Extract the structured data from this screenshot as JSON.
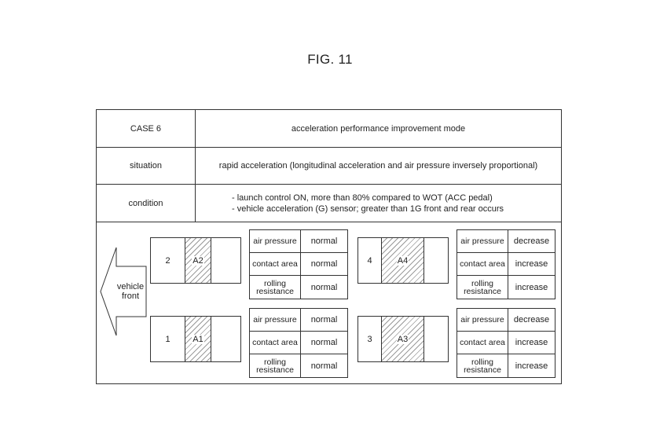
{
  "figure_title": "FIG. 11",
  "header": {
    "case": "CASE 6",
    "mode": "acceleration performance improvement mode"
  },
  "situation": {
    "label": "situation",
    "text": "rapid acceleration (longitudinal acceleration and air pressure inversely proportional)"
  },
  "condition": {
    "label": "condition",
    "lines": [
      "- launch control ON, more than 80% compared to WOT (ACC pedal)",
      "- vehicle acceleration (G) sensor; greater than 1G front and rear occurs"
    ]
  },
  "arrow": {
    "label_line1": "vehicle",
    "label_line2": "front"
  },
  "tires": [
    {
      "number": "2",
      "zone": "A2",
      "rows": [
        {
          "key": "air pressure",
          "value": "normal"
        },
        {
          "key": "contact area",
          "value": "normal"
        },
        {
          "key_line1": "rolling",
          "key_line2": "resistance",
          "value": "normal"
        }
      ]
    },
    {
      "number": "4",
      "zone": "A4",
      "rows": [
        {
          "key": "air pressure",
          "value": "decrease"
        },
        {
          "key": "contact area",
          "value": "increase"
        },
        {
          "key_line1": "rolling",
          "key_line2": "resistance",
          "value": "increase"
        }
      ]
    },
    {
      "number": "1",
      "zone": "A1",
      "rows": [
        {
          "key": "air pressure",
          "value": "normal"
        },
        {
          "key": "contact area",
          "value": "normal"
        },
        {
          "key_line1": "rolling",
          "key_line2": "resistance",
          "value": "normal"
        }
      ]
    },
    {
      "number": "3",
      "zone": "A3",
      "rows": [
        {
          "key": "air pressure",
          "value": "decrease"
        },
        {
          "key": "contact area",
          "value": "increase"
        },
        {
          "key_line1": "rolling",
          "key_line2": "resistance",
          "value": "increase"
        }
      ]
    }
  ]
}
